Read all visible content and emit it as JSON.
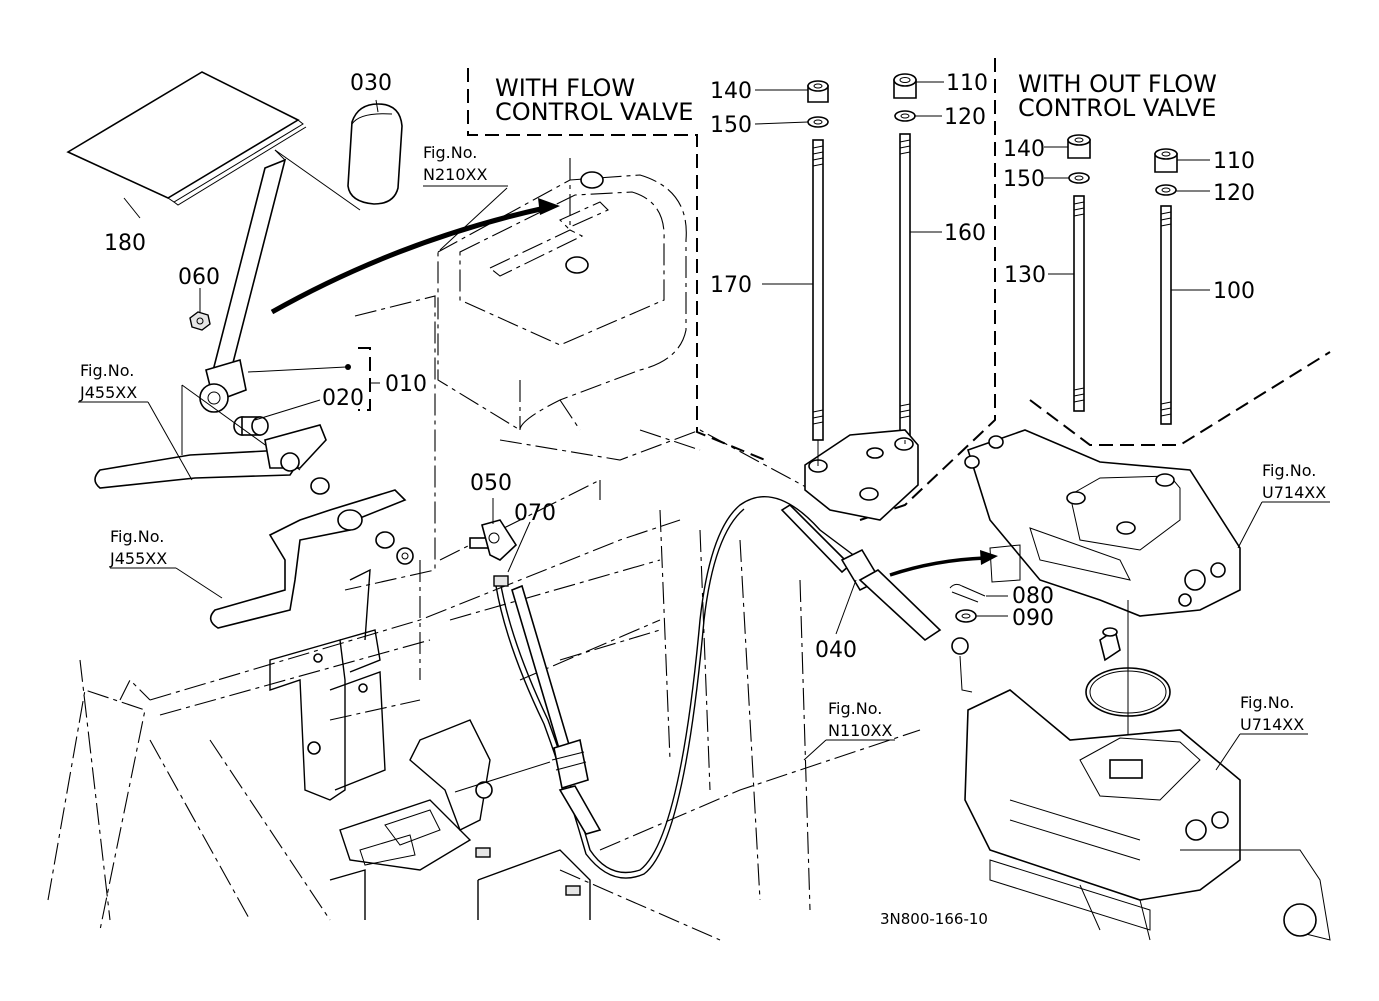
{
  "callouts": {
    "p010": "010",
    "p020": "020",
    "p030": "030",
    "p040": "040",
    "p050": "050",
    "p060": "060",
    "p070": "070",
    "p080": "080",
    "p090": "090",
    "p100": "100",
    "p110a": "110",
    "p110b": "110",
    "p120a": "120",
    "p120b": "120",
    "p130": "130",
    "p140a": "140",
    "p140b": "140",
    "p150a": "150",
    "p150b": "150",
    "p160": "160",
    "p170": "170",
    "p180": "180"
  },
  "figrefs": {
    "n210": {
      "label": "Fig.No.",
      "code": "N210XX"
    },
    "j455a": {
      "label": "Fig.No.",
      "code": "J455XX"
    },
    "j455b": {
      "label": "Fig.No.",
      "code": "J455XX"
    },
    "u714a": {
      "label": "Fig.No.",
      "code": "U714XX"
    },
    "u714b": {
      "label": "Fig.No.",
      "code": "U714XX"
    },
    "n110": {
      "label": "Fig.No.",
      "code": "N110XX"
    }
  },
  "sections": {
    "with_flow": {
      "line1": "WITH  FLOW",
      "line2": "CONTROL  VALVE"
    },
    "without_flow": {
      "line1": "WITH  OUT  FLOW",
      "line2": "CONTROL    VALVE"
    }
  },
  "drawing_code": "3N800-166-10"
}
